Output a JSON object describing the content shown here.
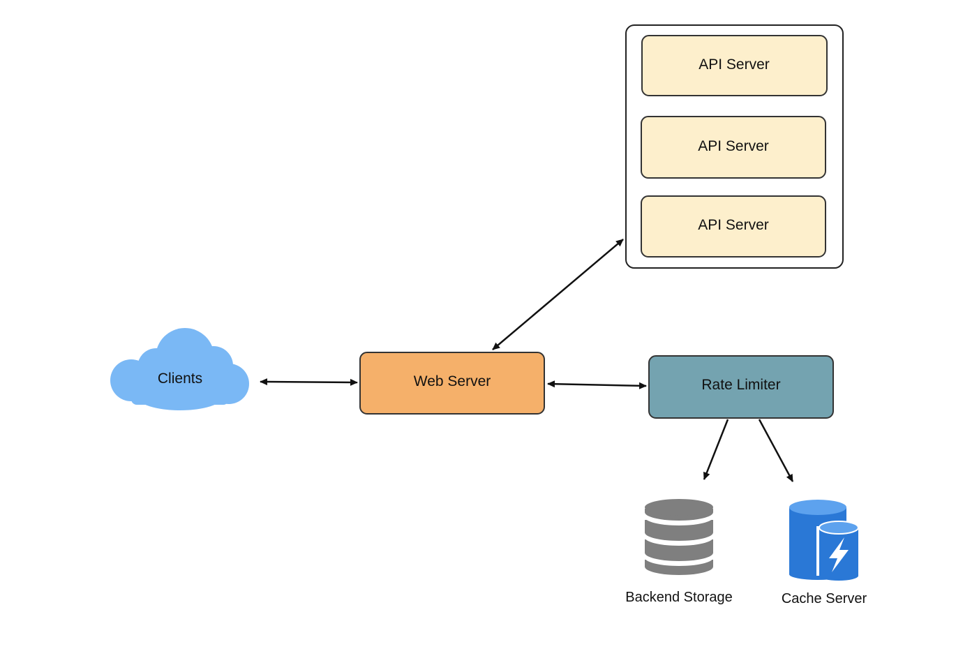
{
  "nodes": {
    "clients": {
      "label": "Clients",
      "color": "#7ab8f5"
    },
    "web_server": {
      "label": "Web Server",
      "color": "#f5b06a"
    },
    "rate_limiter": {
      "label": "Rate Limiter",
      "color": "#74a3b0"
    },
    "api_servers": [
      {
        "label": "API Server",
        "color": "#fdefcc"
      },
      {
        "label": "API Server",
        "color": "#fdefcc"
      },
      {
        "label": "API Server",
        "color": "#fdefcc"
      }
    ],
    "backend_storage": {
      "label": "Backend Storage",
      "icon": "database-icon",
      "color": "#7f7f7f"
    },
    "cache_server": {
      "label": "Cache Server",
      "icon": "cache-server-icon",
      "color": "#2a78d6"
    }
  },
  "edges": [
    {
      "from": "clients",
      "to": "web_server",
      "direction": "both"
    },
    {
      "from": "web_server",
      "to": "api_server_group",
      "direction": "both"
    },
    {
      "from": "web_server",
      "to": "rate_limiter",
      "direction": "both"
    },
    {
      "from": "rate_limiter",
      "to": "backend_storage",
      "direction": "forward"
    },
    {
      "from": "rate_limiter",
      "to": "cache_server",
      "direction": "forward"
    }
  ]
}
